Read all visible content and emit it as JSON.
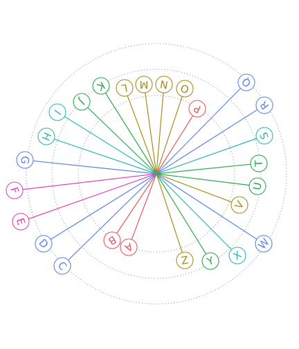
{
  "colors": {
    "blue": "#5b84e8",
    "teal": "#2fb6b0",
    "green": "#27a84a",
    "olive": "#a88a1a",
    "red": "#e8555c",
    "magenta": "#e344b8",
    "ring": "#9a9a9a"
  },
  "nodes": [
    {
      "label": "A",
      "color": "red"
    },
    {
      "label": "B",
      "color": "red"
    },
    {
      "label": "C",
      "color": "blue"
    },
    {
      "label": "D",
      "color": "blue"
    },
    {
      "label": "E",
      "color": "magenta"
    },
    {
      "label": "F",
      "color": "magenta"
    },
    {
      "label": "G",
      "color": "blue"
    },
    {
      "label": "H",
      "color": "teal"
    },
    {
      "label": "I",
      "color": "teal"
    },
    {
      "label": "J",
      "color": "green"
    },
    {
      "label": "K",
      "color": "green"
    },
    {
      "label": "L",
      "color": "olive"
    },
    {
      "label": "M",
      "color": "olive"
    },
    {
      "label": "N",
      "color": "olive"
    },
    {
      "label": "O",
      "color": "olive"
    },
    {
      "label": "P",
      "color": "red"
    },
    {
      "label": "Q",
      "color": "blue"
    },
    {
      "label": "R",
      "color": "blue"
    },
    {
      "label": "S",
      "color": "teal"
    },
    {
      "label": "T",
      "color": "green"
    },
    {
      "label": "U",
      "color": "green"
    },
    {
      "label": "V",
      "color": "olive"
    },
    {
      "label": "W",
      "color": "blue"
    },
    {
      "label": "X",
      "color": "teal"
    },
    {
      "label": "Y",
      "color": "green"
    },
    {
      "label": "Z",
      "color": "olive"
    }
  ]
}
